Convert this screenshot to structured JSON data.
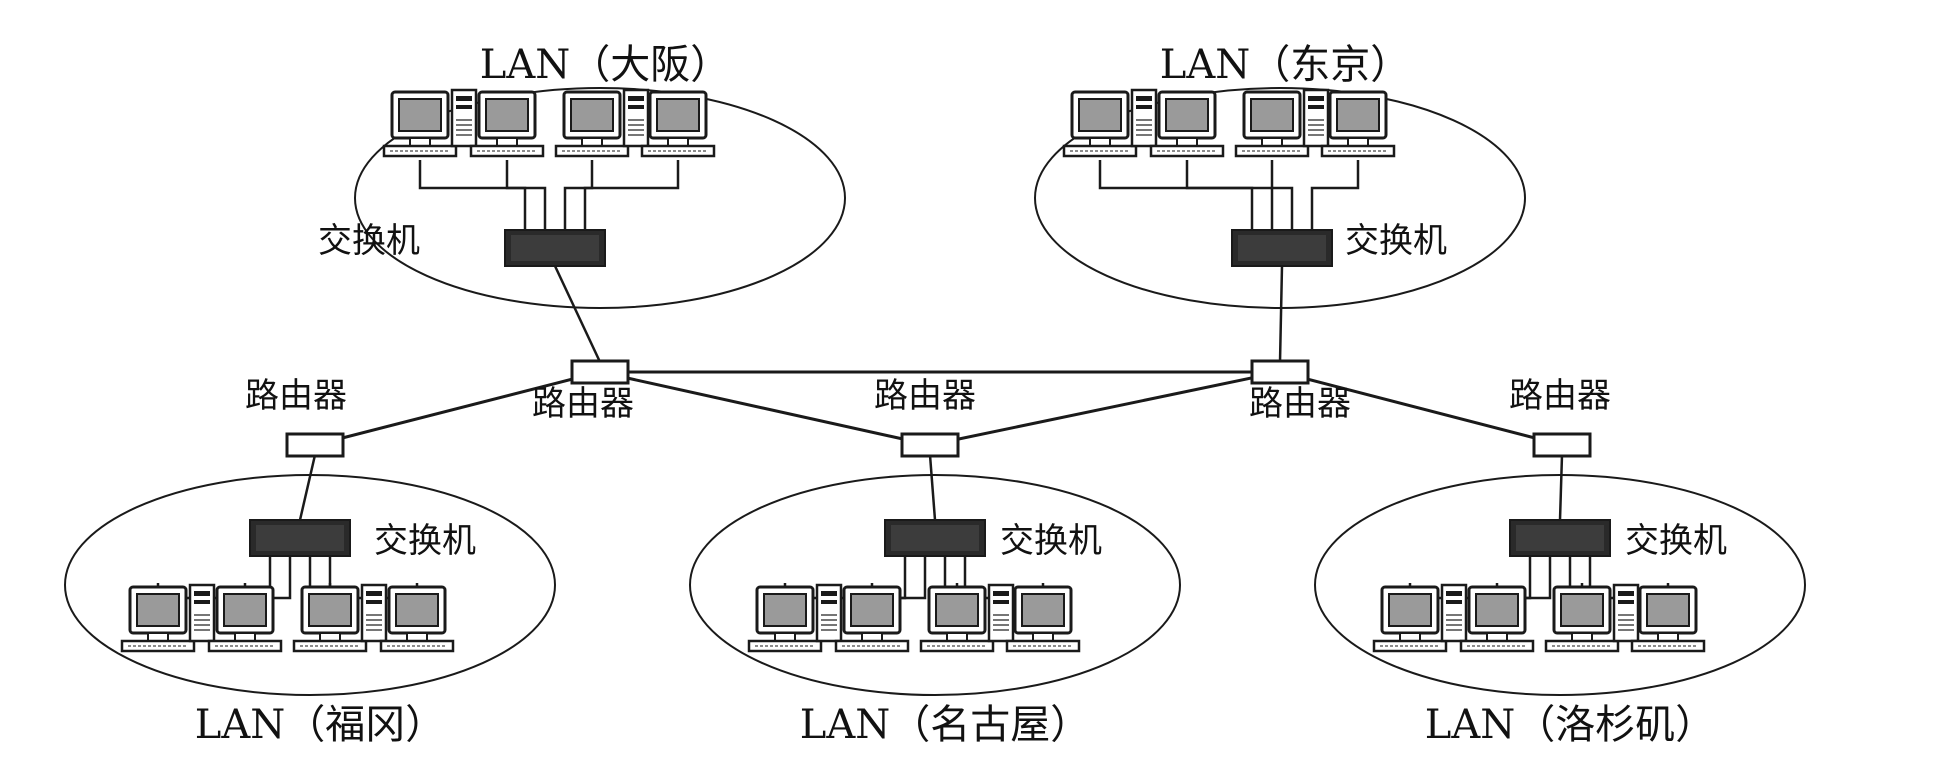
{
  "lans": [
    {
      "id": "osaka",
      "title": "LAN（大阪）",
      "switch_label": "交换机",
      "computer_count": 4
    },
    {
      "id": "tokyo",
      "title": "LAN（东京）",
      "switch_label": "交换机",
      "computer_count": 4
    },
    {
      "id": "fukuoka",
      "title": "LAN（福冈）",
      "switch_label": "交换机",
      "computer_count": 4
    },
    {
      "id": "nagoya",
      "title": "LAN（名古屋）",
      "switch_label": "交换机",
      "computer_count": 4
    },
    {
      "id": "la",
      "title": "LAN（洛杉矶）",
      "switch_label": "交换机",
      "computer_count": 4
    }
  ],
  "routers": [
    {
      "id": "r-osaka",
      "label": "路由器"
    },
    {
      "id": "r-tokyo",
      "label": "路由器"
    },
    {
      "id": "r-fukuoka",
      "label": "路由器"
    },
    {
      "id": "r-nagoya",
      "label": "路由器"
    },
    {
      "id": "r-la",
      "label": "路由器"
    }
  ],
  "wan_links": [
    {
      "from": "r-osaka",
      "to": "r-tokyo"
    },
    {
      "from": "r-osaka",
      "to": "r-fukuoka"
    },
    {
      "from": "r-osaka",
      "to": "r-nagoya"
    },
    {
      "from": "r-tokyo",
      "to": "r-nagoya"
    },
    {
      "from": "r-tokyo",
      "to": "r-la"
    }
  ],
  "colors": {
    "line": "#1a1a1a",
    "switch_fill": "#2a2a2a",
    "router_fill": "#ffffff",
    "screen_fill": "#9a9a9a",
    "background": "#ffffff"
  }
}
